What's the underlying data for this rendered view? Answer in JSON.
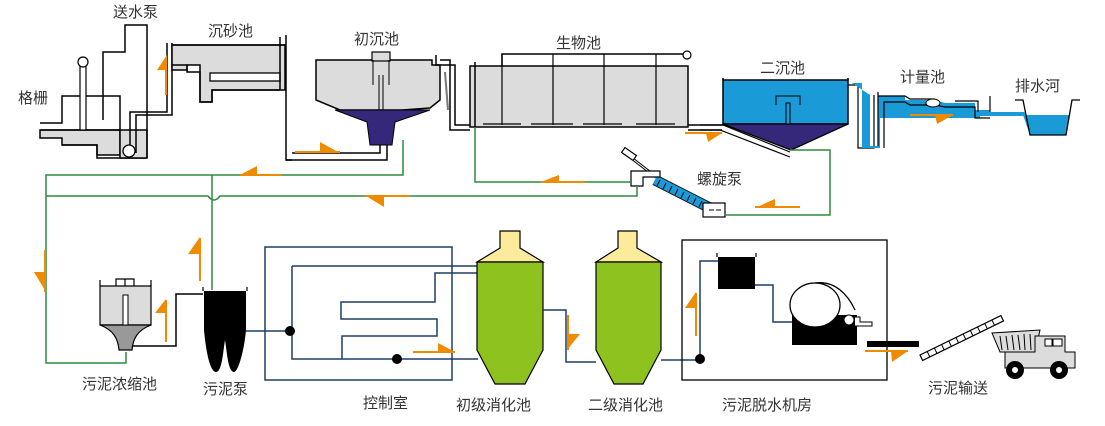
{
  "title": "污水处理工艺流程图",
  "labels": {
    "screen": "格栅",
    "feed_pump": "送水泵",
    "grit_chamber": "沉砂池",
    "primary_clarifier": "初沉池",
    "bio_tank": "生物池",
    "secondary_clarifier": "二沉池",
    "metering_tank": "计量池",
    "discharge_river": "排水河",
    "screw_pump": "螺旋泵",
    "sludge_thickener": "污泥浓缩池",
    "sludge_pump": "污泥泵",
    "control_room": "控制室",
    "primary_digester": "初级消化池",
    "secondary_digester": "二级消化池",
    "dewatering_room": "污泥脱水机房",
    "sludge_transport": "污泥输送"
  },
  "colors": {
    "flow_arrow": "#f08a00",
    "sludge_line": "#2e8b3e",
    "control_line": "#1f3f66",
    "water": "#1a9ad6",
    "sludge": "#35287a",
    "digester_body": "#8dc21f",
    "digester_top": "#fbeb9a",
    "tank_grey": "#dcdcdc"
  }
}
